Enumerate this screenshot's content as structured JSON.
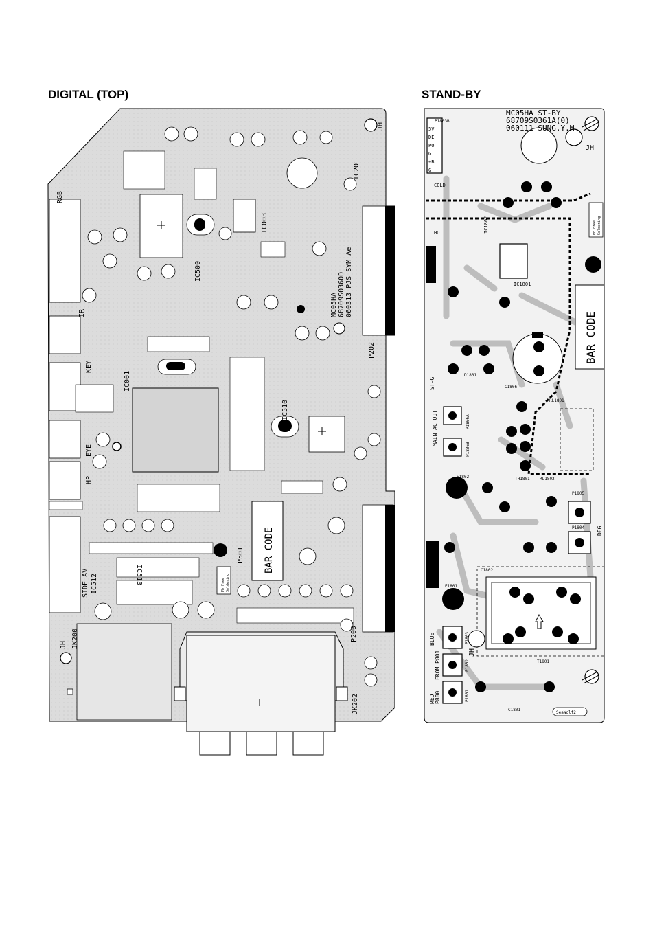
{
  "titles": {
    "digital": "DIGITAL (TOP)",
    "standby": "STAND-BY"
  },
  "digital_board": {
    "connector_labels": [
      "RGB",
      "IR",
      "KEY",
      "EYE",
      "HP",
      "SIDE AV"
    ],
    "ic_labels": [
      "IC003",
      "IC500",
      "IC001",
      "IC510",
      "IC201",
      "IC513",
      "IC512"
    ],
    "pcb_info": [
      "MC05HA",
      "68709S0360D",
      "060313 PJS SYM Ae"
    ],
    "bar_code": "BAR CODE",
    "ports": [
      "P202",
      "P501",
      "P200"
    ],
    "jacks": [
      "JK200",
      "JK202"
    ],
    "jh_marks": [
      "JH",
      "JH"
    ],
    "pb_free": [
      "Pb Free",
      "Soldering"
    ]
  },
  "standby_board": {
    "header_lines": [
      "MC05HA ST-BY",
      "68709S0361A(0)",
      "060111 SUNG.Y.M"
    ],
    "jh_marks": [
      "JH",
      "JH"
    ],
    "left_pins": [
      "5V",
      "DE",
      "PO",
      "G",
      "+B",
      "G"
    ],
    "region_labels": [
      "COLD",
      "HOT"
    ],
    "ic_labels": [
      "IC1801",
      "IC1802"
    ],
    "bar_code": "BAR CODE",
    "side_labels": [
      "ST-G",
      "MAIN AC OUT",
      "DEG",
      "BLUE",
      "RED",
      "FROM P801",
      "P800"
    ],
    "parts": [
      "P1803B",
      "RL1801",
      "RL1802",
      "TH1801",
      "T1801",
      "E1801",
      "E1802",
      "C1801",
      "C1802",
      "C1806",
      "P1805",
      "P1804",
      "P1806A",
      "P1806B",
      "P1801",
      "P1802",
      "P1803",
      "D1801"
    ],
    "pb_free": [
      "Pb Free",
      "Soldering"
    ],
    "sealwolf": "SeaWolf2"
  }
}
